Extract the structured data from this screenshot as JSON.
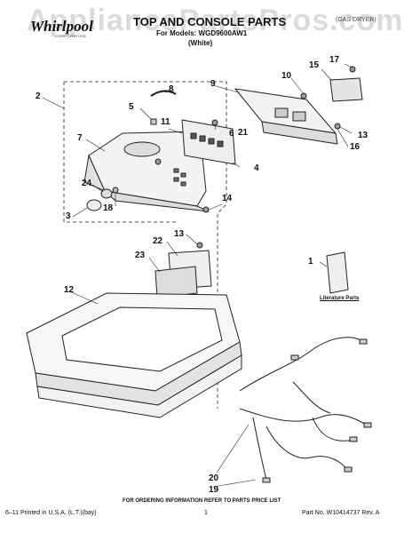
{
  "watermark": "AppliancePartsPros.com",
  "header": {
    "brand": "Whirlpool",
    "brand_sub": "CORPORATION",
    "title": "TOP AND CONSOLE PARTS",
    "models": "For Models: WGD9600AW1",
    "color": "(White)",
    "product": "(GAS DRYER)"
  },
  "callouts": [
    "1",
    "2",
    "3",
    "4",
    "5",
    "6",
    "7",
    "8",
    "9",
    "10",
    "11",
    "12",
    "13",
    "13",
    "14",
    "15",
    "16",
    "17",
    "18",
    "19",
    "20",
    "21",
    "22",
    "23",
    "24"
  ],
  "literature_label": "Literature Parts",
  "footer": {
    "notice": "FOR ORDERING INFORMATION REFER TO PARTS PRICE LIST",
    "printed": "6–11 Printed in U.S.A. (L.T.)(bay)",
    "page_number": "1",
    "part_number": "Part No. W10414737 Rev. A"
  }
}
